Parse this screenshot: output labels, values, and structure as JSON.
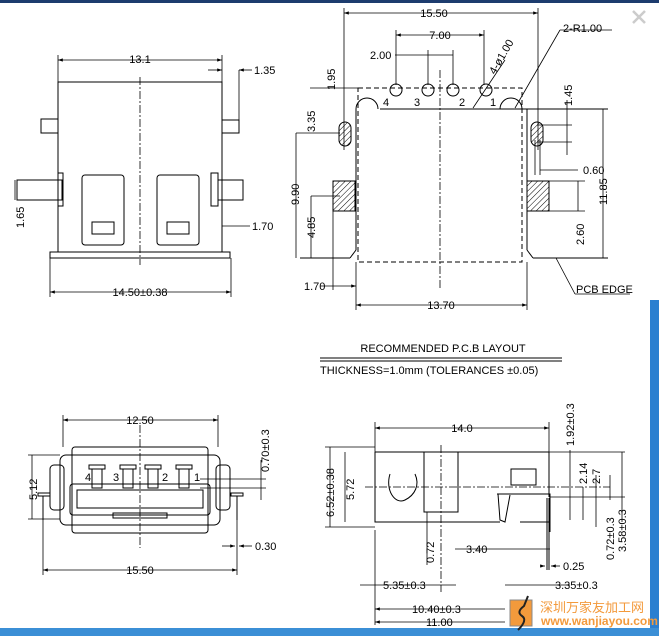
{
  "window": {
    "close_icon": "close-x-icon"
  },
  "front_view": {
    "width_top": "13.1",
    "tab_offset": "1.35",
    "pin_height": "1.65",
    "pin_len": "1.70",
    "width_bottom": "14.50±0.38"
  },
  "pcb_layout": {
    "overall_width": "15.50",
    "pin_span": "7.00",
    "pin_pitch": "2.00",
    "hole_dia": "4-ø1.00",
    "corner_radius": "2-R1.00",
    "dim_1_95": "1.95",
    "dim_3_35": "3.35",
    "dim_9_90": "9.90",
    "dim_4_85": "4.85",
    "dim_1_70": "1.70",
    "inner_width": "13.70",
    "dim_1_45": "1.45",
    "dim_0_60": "0.60",
    "dim_11_85": "11.85",
    "dim_2_60": "2.60",
    "pcb_edge": "PCB  EDGE",
    "pin_labels": [
      "4",
      "3",
      "2",
      "1"
    ]
  },
  "notes": {
    "title": "RECOMMENDED  P.C.B  LAYOUT",
    "thickness": "THICKNESS=1.0mm  (TOLERANCES  ±0.05)"
  },
  "end_view": {
    "width_inner": "12.50",
    "height": "5.12",
    "offset": "0.70±0.3",
    "width_outer": "15.50",
    "pin_thk": "0.30",
    "pin_labels": [
      "4",
      "3",
      "2",
      "1"
    ]
  },
  "side_view": {
    "length": "14.0",
    "height_total": "6.52±0.38",
    "height_body": "5.72",
    "dim_1_92": "1.92±0.3",
    "dim_2_14": "2.14",
    "dim_2_7": "2.7",
    "dim_0_72a": "0.72±0.3",
    "dim_3_58": "3.58±0.3",
    "dim_0_72": "0.72",
    "dim_3_40": "3.40",
    "dim_0_25": "0.25",
    "dim_5_35": "5.35±0.3",
    "dim_3_35": "3.35±0.3",
    "dim_10_40": "10.40±0.3",
    "dim_11_00": "11.00"
  },
  "watermark": {
    "cn": "深圳万家友加工网",
    "url": "www.wanjiayou.com"
  },
  "colors": {
    "frame": "#1d3c6e",
    "side": "#2a7fd0",
    "watermark": "#f39a3c"
  }
}
